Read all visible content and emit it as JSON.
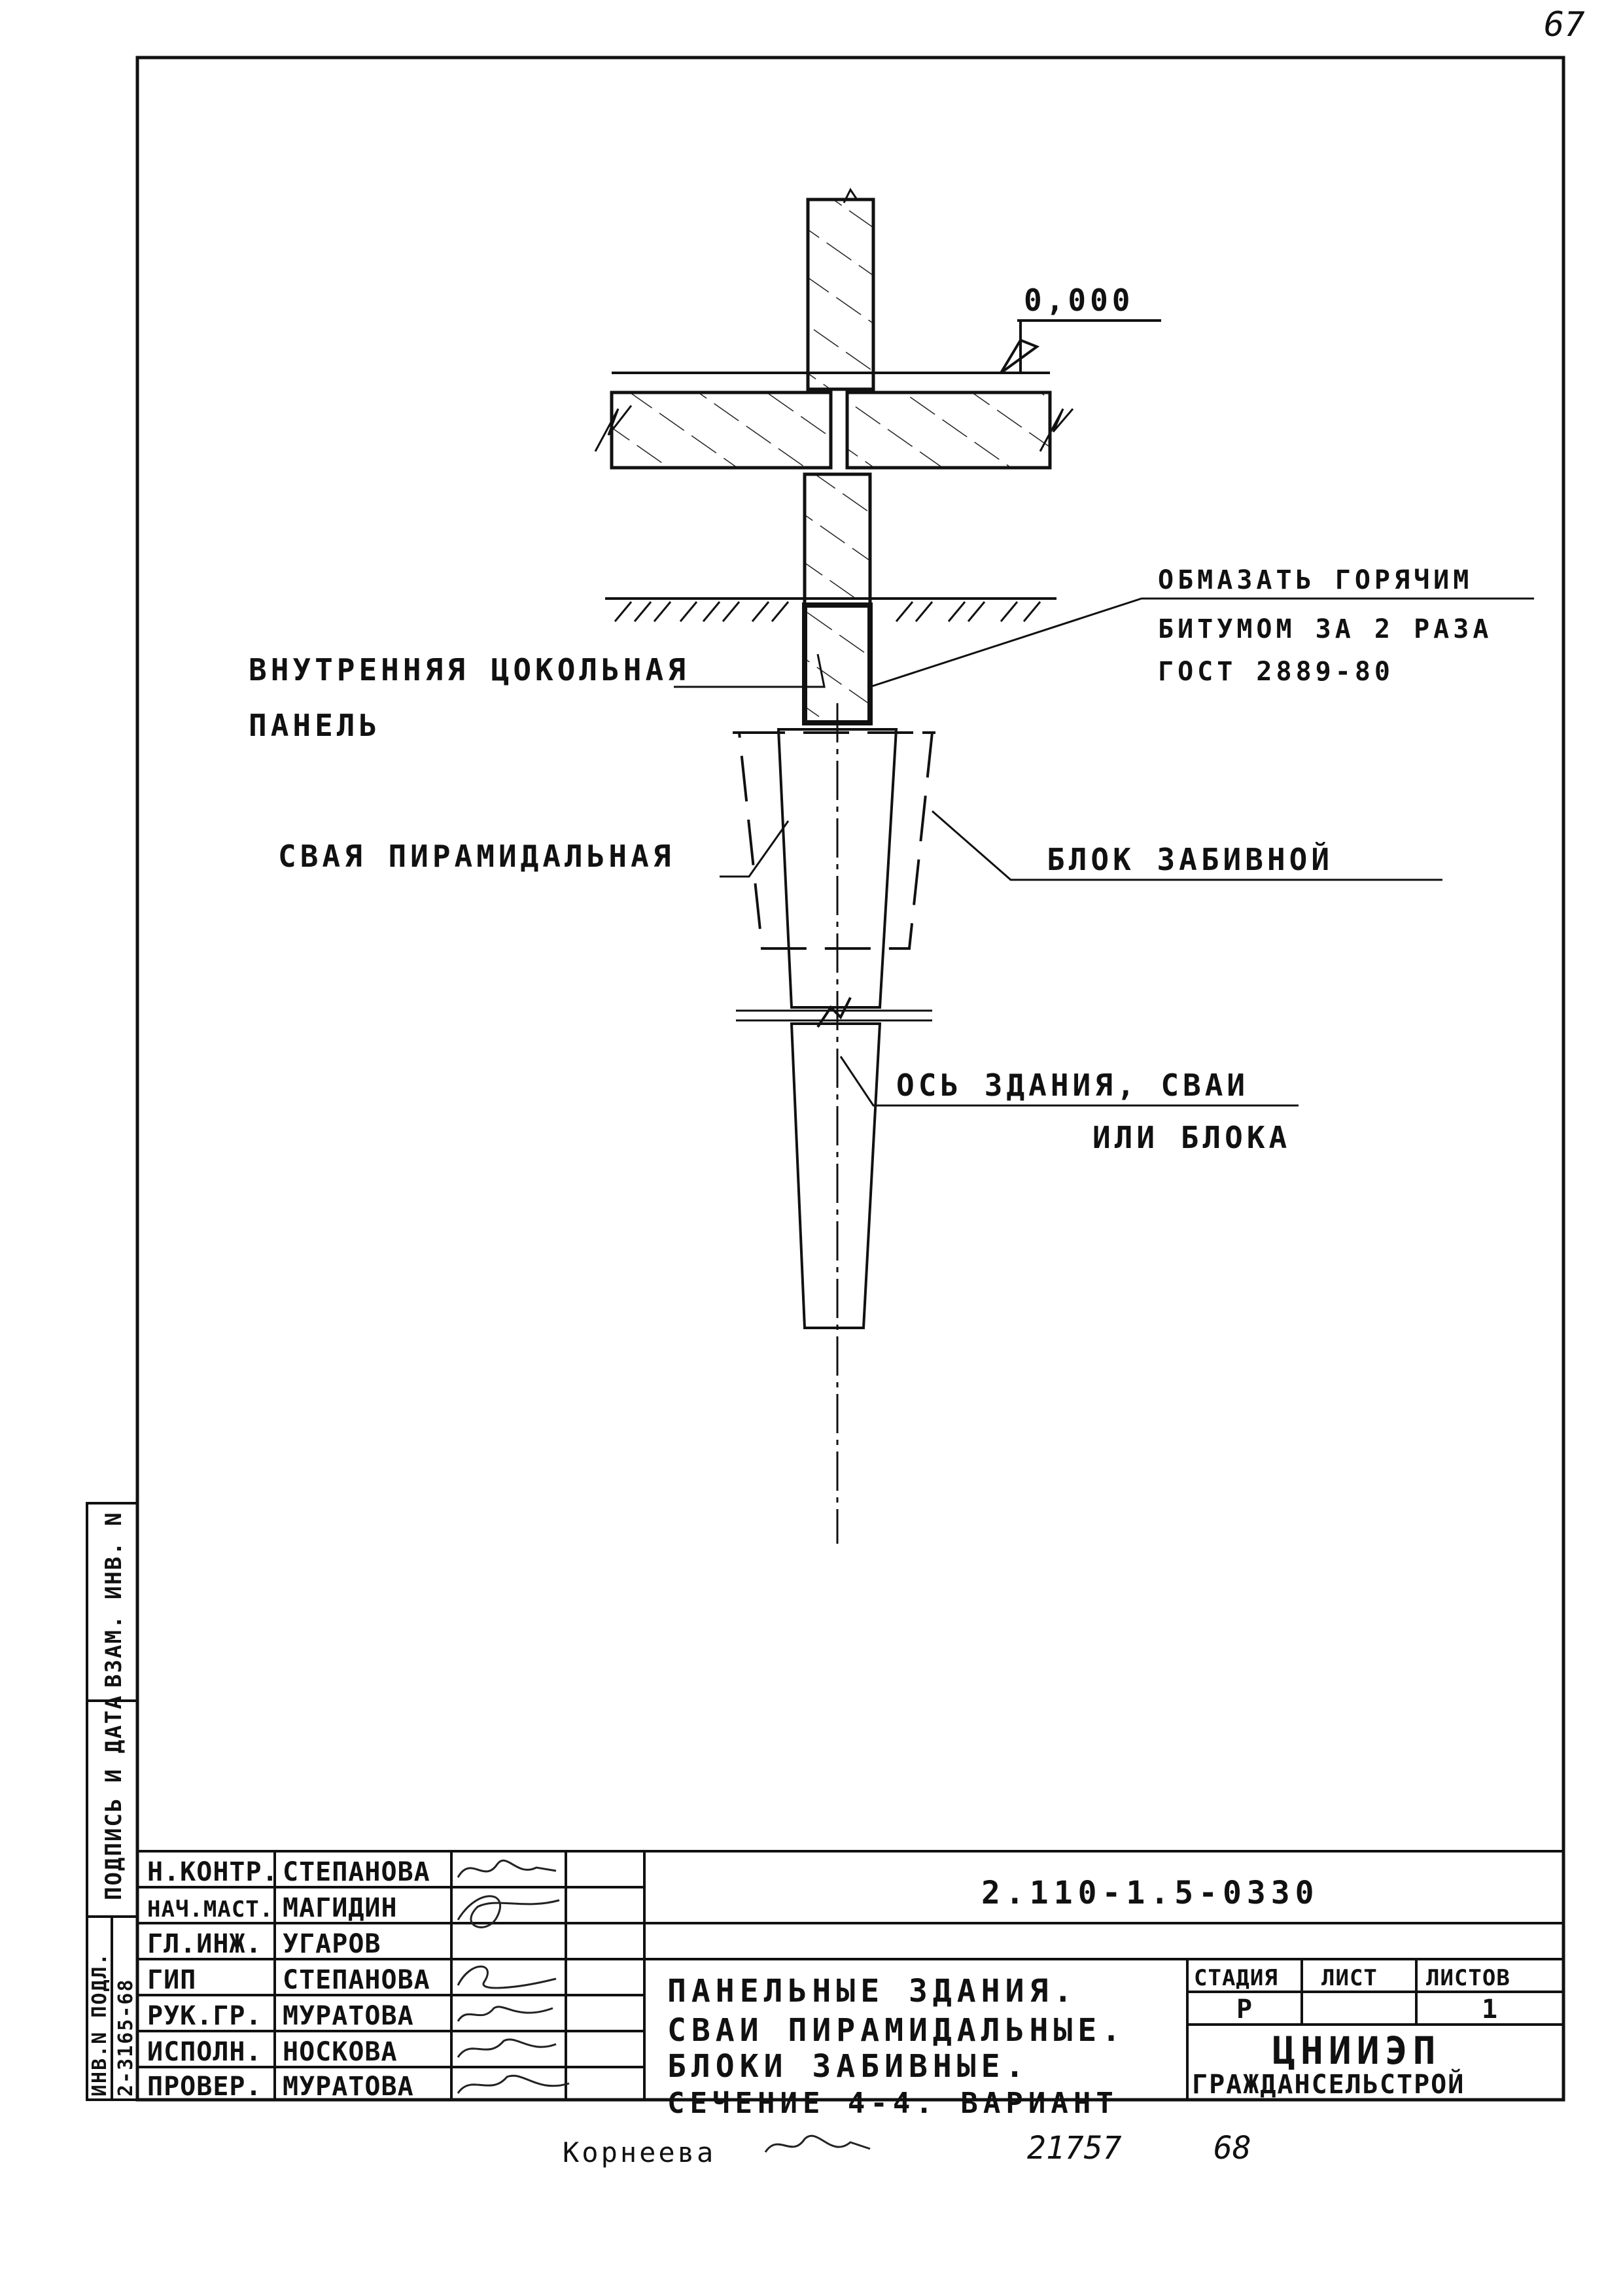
{
  "page_number": "67",
  "level_mark": "0,000",
  "notes": {
    "coat_line1": "ОБМАЗАТЬ ГОРЯЧИМ",
    "coat_line2": "БИТУМОМ ЗА 2 РАЗА",
    "coat_line3": "ГОСТ 2889-80",
    "panel_line1": "ВНУТРЕННЯЯ ЦОКОЛЬНАЯ",
    "panel_line2": "ПАНЕЛЬ",
    "pile": "СВАЯ ПИРАМИДАЛЬНАЯ",
    "block": "БЛОК ЗАБИВНОЙ",
    "axis_line1": "ОСЬ ЗДАНИЯ, СВАИ",
    "axis_line2": "ИЛИ БЛОКА"
  },
  "side_stamp": {
    "inv_podl": "ИНВ.N ПОДЛ.",
    "inv_value": "2-3165-68",
    "podpis": "ПОДПИСЬ И ДАТА",
    "vzam": "ВЗАМ. ИНВ. N"
  },
  "title_block": {
    "doc_code": "2.110-1.5-0330",
    "roles": [
      {
        "role": "Н.КОНТР.",
        "name": "СТЕПАНОВА"
      },
      {
        "role": "НАЧ.МАСТ.",
        "name": "МАГИДИН"
      },
      {
        "role": "ГЛ.ИНЖ.",
        "name": "УГАРОВ"
      },
      {
        "role": "ГИП",
        "name": "СТЕПАНОВА"
      },
      {
        "role": "РУК.ГР.",
        "name": "МУРАТОВА"
      },
      {
        "role": "ИСПОЛН.",
        "name": "НОСКОВА"
      },
      {
        "role": "ПРОВЕР.",
        "name": "МУРАТОВА"
      }
    ],
    "title_lines": [
      "ПАНЕЛЬНЫЕ ЗДАНИЯ.",
      "СВАИ ПИРАМИДАЛЬНЫЕ.",
      "БЛОКИ ЗАБИВНЫЕ.",
      "СЕЧЕНИЕ 4-4. ВАРИАНТ"
    ],
    "stage_header": "СТАДИЯ",
    "sheet_header": "ЛИСТ",
    "sheets_header": "ЛИСТОВ",
    "stage_value": "Р",
    "sheet_value": "",
    "sheets_value": "1",
    "org_line1": "ЦНИИЭП",
    "org_line2": "ГРАЖДАНСЕЛЬСТРОЙ"
  },
  "footer": {
    "copied_by": "Корнеева",
    "number": "21757",
    "suffix": "68"
  }
}
